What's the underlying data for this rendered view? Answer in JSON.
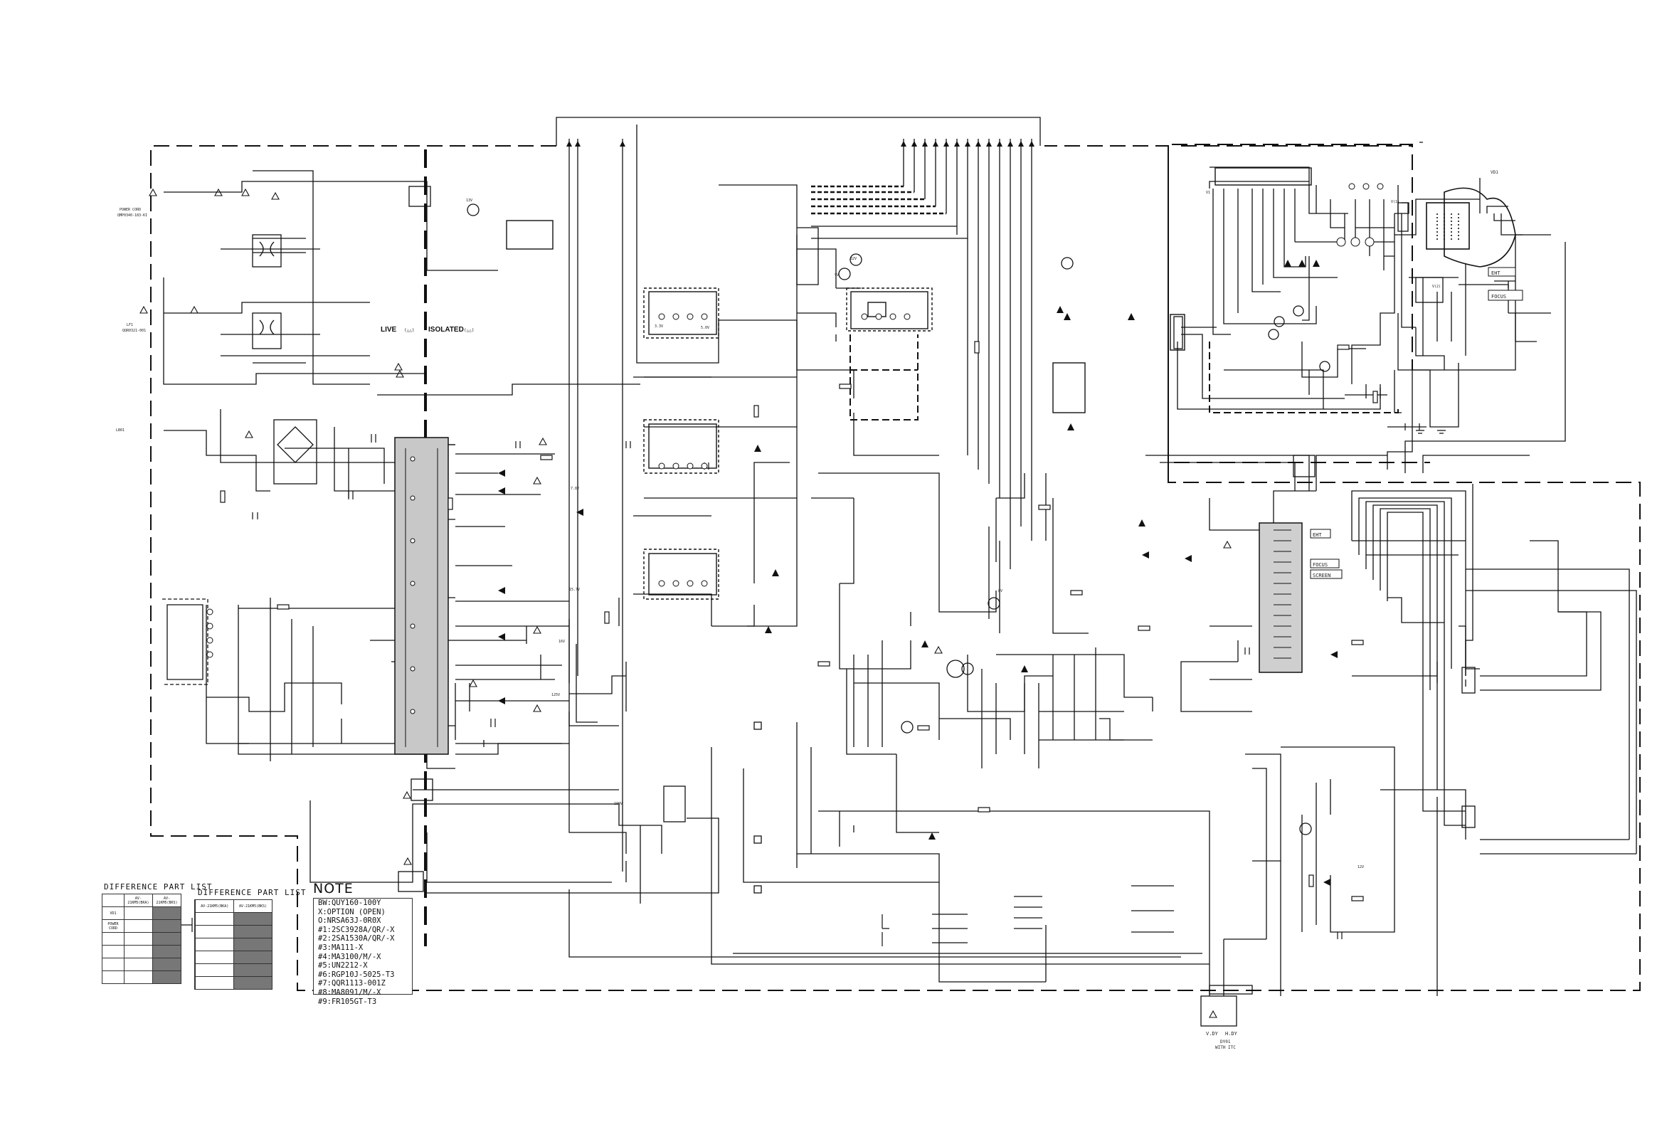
{
  "labels": {
    "live": "LIVE",
    "live_sub": "(△△)",
    "isolated": "ISOLATED",
    "isolated_sub": "(△△)",
    "power_cord": "POWER CORD",
    "power_cord_part": "QMP0340-183-KI",
    "lf1": "LF1",
    "lf1_part": "QQR0321-001",
    "lb01": "LB01",
    "v1": "V1",
    "v11": "V(1)",
    "v21": "V(2)",
    "vd1": "VD1",
    "eht": "EHT",
    "focus": "FOCUS",
    "screen": "SCREEN",
    "vdy": "V.DY",
    "hdy": "H.DY",
    "dy01": "DY01",
    "with_itc": "WITH ITC",
    "v13": "13V",
    "v5": "5.0V",
    "v3_3": "3.3V",
    "v7_8": "7.8V",
    "v15_7": "15.7V",
    "v16": "16V",
    "v125": "125V",
    "v190": "190V",
    "v9": "9V",
    "v12": "12V",
    "v32": "32V",
    "v8": "8V"
  },
  "note": {
    "title": "NOTE",
    "lines": [
      "BW:QUY160-100Y",
      " X:OPTION (OPEN)",
      " O:NRSA63J-0R0X",
      "#1:2SC3928A/QR/-X",
      "#2:2SA1530A/QR/-X",
      "#3:MA111-X",
      "#4:MA3100/M/-X",
      "#5:UN2212-X",
      "#6:RGP10J-5025-T3",
      "#7:QQR1113-001Z",
      "#8:MA8091/M/-X",
      "#9:FR105GT-T3"
    ]
  },
  "difference_lists": [
    {
      "title": "DIFFERENCE PART LIST",
      "header": [
        "",
        "AV-21KM5(BKA)",
        "AV-21KM5(BKS)"
      ],
      "rows": [
        [
          "VD1",
          "",
          ""
        ],
        [
          "POWER CORD",
          "",
          ""
        ],
        [
          "",
          "",
          ""
        ],
        [
          "",
          "",
          ""
        ],
        [
          "",
          "",
          ""
        ],
        [
          "",
          "",
          ""
        ]
      ]
    },
    {
      "title": "DIFFERENCE PART LIST",
      "header": [
        "",
        "AV-21KM5(BKA)",
        "AV-21KM5(BKS)"
      ],
      "rows": [
        [
          "",
          "",
          ""
        ],
        [
          "",
          "",
          ""
        ],
        [
          "",
          "",
          ""
        ],
        [
          "",
          "",
          ""
        ],
        [
          "",
          "",
          ""
        ],
        [
          "",
          "",
          ""
        ]
      ]
    }
  ],
  "colors": {
    "line": "#111111",
    "transformer": "#c8c8c8",
    "ic_fill": "#cfcfcf",
    "dark_cell": "#777777"
  }
}
